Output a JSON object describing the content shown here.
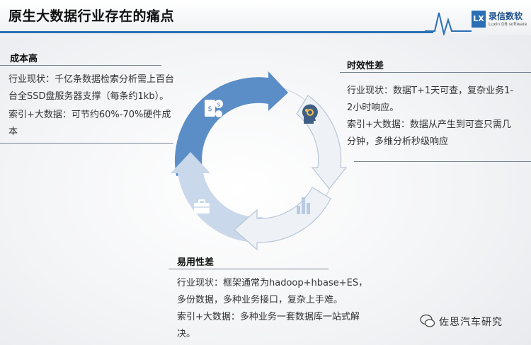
{
  "title": "原生大数据行业存在的痛点",
  "logo": {
    "mark": "LX",
    "name_cn": "录信数软",
    "name_en": "Luxin DB software"
  },
  "blocks": {
    "cost": {
      "heading": "成本高",
      "lines": [
        "行业现状：千亿条数据检索分析需上百台",
        "台全SSD盘服务器支撑（每条约1kb）。",
        "索引+大数据：可节约60%-70%硬件成",
        "本"
      ]
    },
    "timeliness": {
      "heading": "时效性差",
      "lines": [
        "行业现状：数据T+1天可查，复杂业务1-",
        "2小时响应。",
        "索引+大数据：数据从产生到可查只需几",
        "分钟，多维分析秒级响应"
      ]
    },
    "usability": {
      "heading": "易用性差",
      "lines": [
        "行业现状：框架通常为hadoop+hbase+ES，",
        "多份数据，多种业务接口，复杂上手难。",
        "索引+大数据：多种业务一套数据库一站式解",
        "决。"
      ]
    }
  },
  "icons": [
    "money-phone-icon",
    "head-gears-icon",
    "bar-chart-icon",
    "briefcase-icon"
  ],
  "colors": {
    "accent": "#2a6fb5",
    "arrow_dark": "#5b8ec7",
    "arrow_light": "#c9d8ea"
  },
  "watermark": "佐思汽车研究"
}
